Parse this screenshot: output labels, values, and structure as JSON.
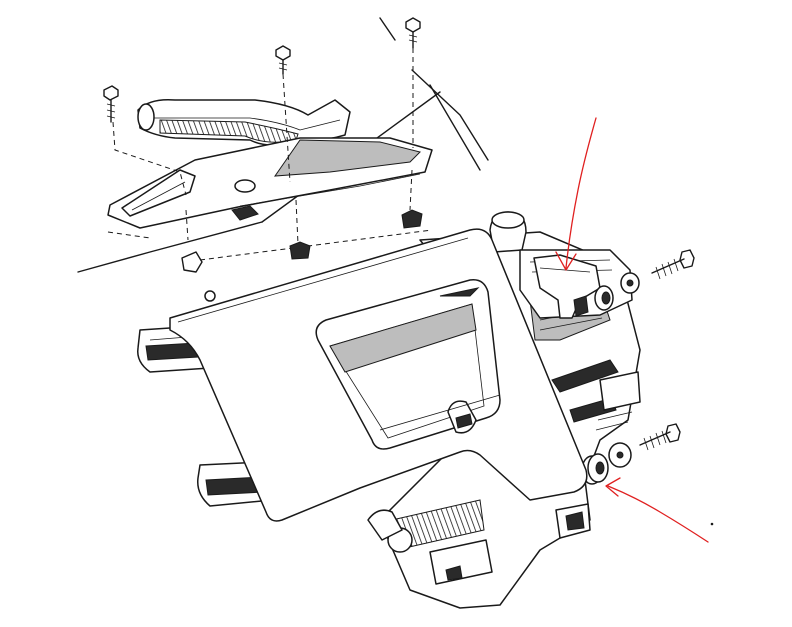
{
  "diagram": {
    "style": "black-and-white exploded parts line drawing",
    "annotation_color": "#e02020",
    "annotations": [
      {
        "shape": "arrow",
        "points_to": "upper-rubber-grommet-and-bracket"
      },
      {
        "shape": "arrow",
        "points_to": "lower-rubber-grommet"
      }
    ]
  }
}
